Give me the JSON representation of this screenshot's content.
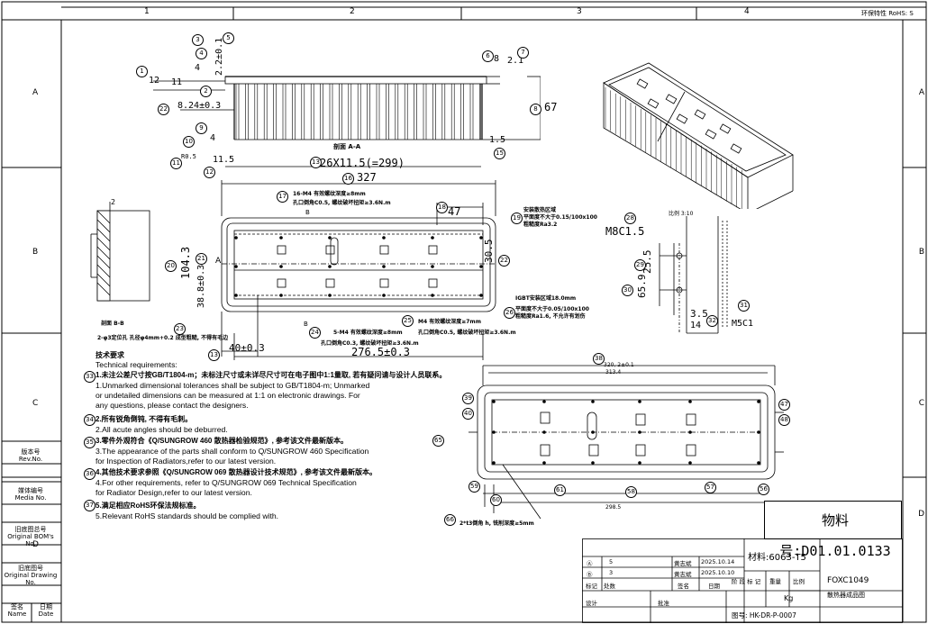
{
  "header": {
    "zones_top": [
      "1",
      "2",
      "3",
      "4"
    ],
    "rohs": "环保特性 RoHS: S"
  },
  "zones_side": [
    "A",
    "B",
    "C",
    "D"
  ],
  "side_labels": [
    {
      "cn": "版本号",
      "en": "Rev.No."
    },
    {
      "cn": "媒体编号",
      "en": "Media No."
    },
    {
      "cn": "旧底图总号",
      "en": "Original BOM's No."
    },
    {
      "cn": "旧底图号",
      "en": "Original Drawing No."
    },
    {
      "cn": "签名",
      "en": "Name"
    },
    {
      "cn": "日期",
      "en": "Date"
    }
  ],
  "section_aa": {
    "title": "剖面 A-A",
    "dims": {
      "d4": "4",
      "d2_2": "2.2±0.1",
      "d12": "12",
      "d11": "11",
      "d8_24": "8.24±0.3",
      "d67": "67",
      "d8": "8",
      "d4b": "4",
      "d2_1": "2.1",
      "d11_5": "11.5",
      "d1_5": "1.5",
      "d_pitch": "26X11.5(=299)",
      "d_r05": "R0.5"
    }
  },
  "section_bb": {
    "title": "剖面 B-B",
    "d2": "2",
    "note": "2-φ3定位孔 孔径φ4mm+0.2 成型粗糙, 不得有毛边"
  },
  "top_view": {
    "d327": "327",
    "d47": "47",
    "d104_3": "104.3",
    "d38_8": "38.8±0.3",
    "d30_5": "30.5",
    "d40": "40±0.3",
    "d276_5": "276.5±0.3",
    "label_a": "A",
    "label_b": "B",
    "notes": [
      "16-M4 有效螺纹深度≥8mm",
      "孔口倒角C0.5, 螺纹破坏扭矩≥3.6N.m",
      "安装散热区域",
      "平面度不大于0.15/100x100",
      "粗糙度Ra3.2",
      "IGBT安装区域18.0mm",
      "平面度不大于0.05/100x100",
      "粗糙度Ra1.6, 不允许有划伤",
      "M4 有效螺纹深度≥7mm",
      "孔口倒角C0.5, 螺纹破坏扭矩≥3.6N.m",
      "5-M4 有效螺纹深度≥8mm",
      "孔口倒角C0.3, 螺纹破坏扭矩≥3.6N.m"
    ]
  },
  "detail": {
    "scale": "比例 3:10",
    "m8": "M8C1.5",
    "d25_5": "25.5",
    "d65_9": "65.9",
    "d3_5": "3.5",
    "d14": "14",
    "m5": "M5C1"
  },
  "requirements": {
    "title_cn": "技术要求",
    "title_en": "Technical requirements:",
    "lines": [
      {
        "cn": "1.未注公差尺寸按GB/T1804-m；未标注尺寸或未详尽尺寸可在电子图中1:1量取, 若有疑问请与设计人员联系。"
      },
      {
        "en": "1.Unmarked dimensional tolerances shall be subject to GB/T1804-m; Unmarked"
      },
      {
        "en": "or undetailed dimensions can be measured at 1:1 on electronic drawings. For"
      },
      {
        "en": "any questions, please contact the designers."
      },
      {
        "cn": "2.所有锐角倒钝, 不得有毛刺。"
      },
      {
        "en": "2.All acute angles should be deburred."
      },
      {
        "cn": "3.零件外观符合《Q/SUNGROW 460 散热器检验规范》, 参考该文件最新版本。"
      },
      {
        "en": "3.The appearance of the parts shall conform to Q/SUNGROW 460 Specification"
      },
      {
        "en": "for Inspection of Radiators,refer to our latest version."
      },
      {
        "cn": "4.其他技术要求参照《Q/SUNGROW 069 散热器设计技术规范》, 参考该文件最新版本。"
      },
      {
        "en": "4.For other requirements, refer to Q/SUNGROW 069 Technical Specification"
      },
      {
        "en": "for Radiator Design,refer to our latest version."
      },
      {
        "cn": "5.满足相应RoHS环保法规标准。"
      },
      {
        "en": "5.Relevant RoHS standards should be complied with."
      }
    ]
  },
  "bottom_view": {
    "d320": "320, 2±0.1",
    "d313": "313.4",
    "note": "2*t3倒角 h, 铣削深度≥5mm",
    "d298": "298.5"
  },
  "material_no": {
    "label": "物料号:",
    "value": "D01.01.0133"
  },
  "title_block": {
    "rows": [
      {
        "mark": "5",
        "by": "",
        "date": "2025.10.14",
        "who": "黄志斌"
      },
      {
        "mark": "3",
        "by": "",
        "date": "2025.10.10",
        "who": "黄志斌"
      }
    ],
    "hdr": [
      "标记",
      "处数",
      "签名",
      "日期"
    ],
    "material": "材料:6063-T5",
    "stage": "阶 段 标 记",
    "weight": "重量",
    "ratio": "比例",
    "kg": "Kg",
    "part": "FOXC1049",
    "part_name": "散热器成品图",
    "design": "设计",
    "approve": "批准",
    "drawing_no": "图号: HK-DR-P-0007"
  }
}
